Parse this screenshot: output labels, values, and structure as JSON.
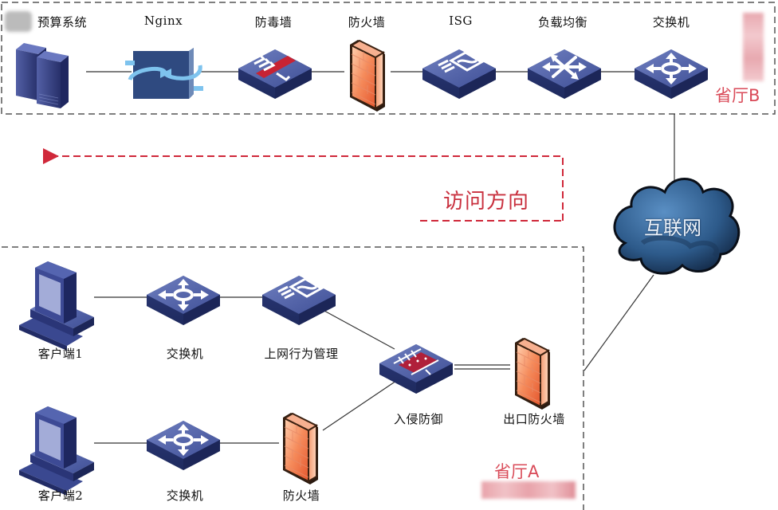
{
  "diagram": {
    "title": "",
    "regions": {
      "top": {
        "label": "省厅B"
      },
      "bottom": {
        "label": "省厅A"
      }
    },
    "access_direction": {
      "label": "访问方向",
      "color": "#c9303e"
    },
    "internet": {
      "label": "互联网"
    },
    "top_nodes": [
      {
        "id": "budget",
        "label": "预算系统",
        "type": "server"
      },
      {
        "id": "nginx",
        "label": "Nginx",
        "type": "proxy"
      },
      {
        "id": "antivirus",
        "label": "防毒墙",
        "type": "antivirus-wall"
      },
      {
        "id": "fw_b",
        "label": "防火墙",
        "type": "firewall"
      },
      {
        "id": "isg",
        "label": "ISG",
        "type": "isg"
      },
      {
        "id": "lb",
        "label": "负载均衡",
        "type": "load-balancer"
      },
      {
        "id": "sw_b",
        "label": "交换机",
        "type": "switch"
      }
    ],
    "bottom_nodes": [
      {
        "id": "client1",
        "label": "客户端1",
        "type": "pc"
      },
      {
        "id": "sw_a1",
        "label": "交换机",
        "type": "switch"
      },
      {
        "id": "behavior",
        "label": "上网行为管理",
        "type": "isg"
      },
      {
        "id": "ips",
        "label": "入侵防御",
        "type": "ips"
      },
      {
        "id": "exit_fw",
        "label": "出口防火墙",
        "type": "firewall"
      },
      {
        "id": "client2",
        "label": "客户端2",
        "type": "pc"
      },
      {
        "id": "sw_a2",
        "label": "交换机",
        "type": "switch"
      },
      {
        "id": "fw_a",
        "label": "防火墙",
        "type": "firewall"
      }
    ],
    "links": [
      [
        "budget",
        "nginx"
      ],
      [
        "nginx",
        "antivirus"
      ],
      [
        "antivirus",
        "fw_b"
      ],
      [
        "fw_b",
        "isg"
      ],
      [
        "isg",
        "lb"
      ],
      [
        "lb",
        "sw_b"
      ],
      [
        "sw_b",
        "internet"
      ],
      [
        "internet",
        "region_a"
      ],
      [
        "client1",
        "sw_a1"
      ],
      [
        "sw_a1",
        "behavior"
      ],
      [
        "behavior",
        "ips"
      ],
      [
        "client2",
        "sw_a2"
      ],
      [
        "sw_a2",
        "fw_a"
      ],
      [
        "fw_a",
        "ips"
      ],
      [
        "ips",
        "exit_fw"
      ],
      [
        "exit_fw",
        "region_a"
      ]
    ]
  }
}
